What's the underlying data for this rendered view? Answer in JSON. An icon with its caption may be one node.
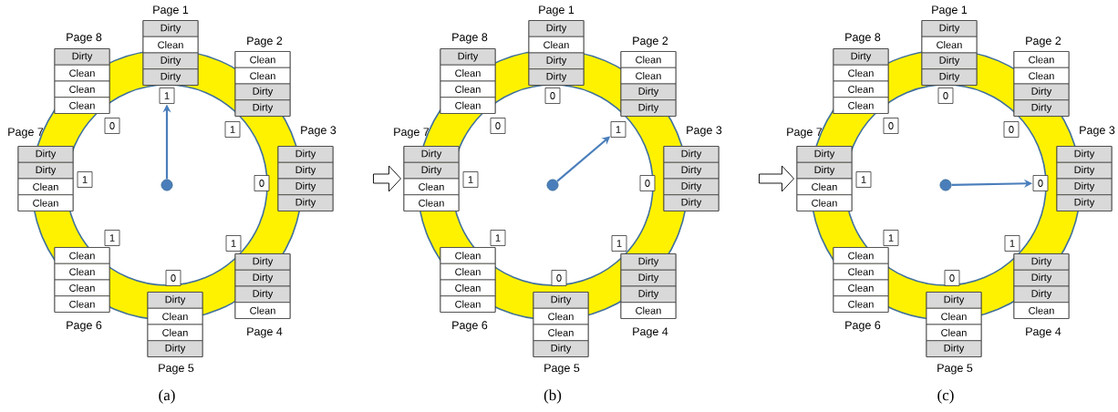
{
  "diagram": {
    "nodes": [
      {
        "text": [
          "Page 1"
        ]
      },
      {
        "text": [
          "Dirty"
        ],
        "in": 0
      },
      {
        "text": [
          "Clean"
        ],
        "in": 0
      },
      {
        "text": [
          "Dirty"
        ],
        "in": 0
      },
      {
        "text": [
          "Dirty"
        ],
        "in": 0
      },
      {
        "text": [
          "Page 2"
        ]
      },
      {
        "text": [
          "Clean"
        ],
        "in": 5
      },
      {
        "text": [
          "Clean"
        ],
        "in": 5
      },
      {
        "text": [
          "Dirty"
        ],
        "in": 5
      },
      {
        "text": [
          "Dirty"
        ],
        "in": 5
      },
      {
        "text": [
          "Page 3"
        ]
      },
      {
        "text": [
          "Dirty"
        ],
        "in": 10
      },
      {
        "text": [
          "Dirty"
        ],
        "in": 10
      },
      {
        "text": [
          "Dirty"
        ],
        "in": 10
      },
      {
        "text": [
          "Dirty"
        ],
        "in": 10
      },
      {
        "text": [
          "Page 4"
        ]
      },
      {
        "text": [
          "Dirty"
        ],
        "in": 15
      },
      {
        "text": [
          "Dirty"
        ],
        "in": 15
      },
      {
        "text": [
          "Dirty"
        ],
        "in": 15
      },
      {
        "text": [
          "Clean"
        ],
        "in": 15
      },
      {
        "text": [
          "Page 5"
        ]
      },
      {
        "text": [
          "Dirty"
        ],
        "in": 20
      },
      {
        "text": [
          "Clean"
        ],
        "in": 20
      },
      {
        "text": [
          "Clean"
        ],
        "in": 20
      },
      {
        "text": [
          "Dirty"
        ],
        "in": 20
      },
      {
        "text": [
          "Page 6"
        ]
      },
      {
        "text": [
          "Clean"
        ],
        "in": 25
      },
      {
        "text": [
          "Clean"
        ],
        "in": 25
      },
      {
        "text": [
          "Clean"
        ],
        "in": 25
      },
      {
        "text": [
          "Clean"
        ],
        "in": 25
      },
      {
        "text": [
          "Page 7"
        ]
      },
      {
        "text": [
          "Dirty"
        ],
        "in": 30
      },
      {
        "text": [
          "Dirty"
        ],
        "in": 30
      },
      {
        "text": [
          "Clean"
        ],
        "in": 30
      },
      {
        "text": [
          "Clean"
        ],
        "in": 30
      },
      {
        "text": [
          "Page 8"
        ]
      },
      {
        "text": [
          "Dirty"
        ],
        "in": 35
      },
      {
        "text": [
          "Clean"
        ],
        "in": 35
      },
      {
        "text": [
          "Clean"
        ],
        "in": 35
      },
      {
        "text": [
          "Clean"
        ],
        "in": 35
      },
      {
        "text": [
          "1"
        ]
      },
      {
        "text": [
          "1"
        ]
      },
      {
        "text": [
          "0"
        ]
      },
      {
        "text": [
          "1"
        ]
      },
      {
        "text": [
          "0"
        ]
      },
      {
        "text": [
          "1"
        ]
      },
      {
        "text": [
          "1"
        ]
      },
      {
        "text": [
          "0"
        ]
      },
      {
        "text": [],
        "shape": "circle"
      },
      {
        "text": [
          "Page 1"
        ]
      },
      {
        "text": [
          "Dirty"
        ],
        "in": 49
      },
      {
        "text": [
          "Clean"
        ],
        "in": 49
      },
      {
        "text": [
          "Dirty"
        ],
        "in": 49
      },
      {
        "text": [
          "Dirty"
        ],
        "in": 49
      },
      {
        "text": [
          "Page 2"
        ]
      },
      {
        "text": [
          "Clean"
        ],
        "in": 54
      },
      {
        "text": [
          "Clean"
        ],
        "in": 54
      },
      {
        "text": [
          "Dirty"
        ],
        "in": 54
      },
      {
        "text": [
          "Dirty"
        ],
        "in": 54
      },
      {
        "text": [
          "Page 3"
        ]
      },
      {
        "text": [
          "Dirty"
        ],
        "in": 59
      },
      {
        "text": [
          "Dirty"
        ],
        "in": 59
      },
      {
        "text": [
          "Dirty"
        ],
        "in": 59
      },
      {
        "text": [
          "Dirty"
        ],
        "in": 59
      },
      {
        "text": [
          "Page 4"
        ]
      },
      {
        "text": [
          "Dirty"
        ],
        "in": 64
      },
      {
        "text": [
          "Dirty"
        ],
        "in": 64
      },
      {
        "text": [
          "Dirty"
        ],
        "in": 64
      },
      {
        "text": [
          "Clean"
        ],
        "in": 64
      },
      {
        "text": [
          "Page 5"
        ]
      },
      {
        "text": [
          "Dirty"
        ],
        "in": 69
      },
      {
        "text": [
          "Clean"
        ],
        "in": 69
      },
      {
        "text": [
          "Clean"
        ],
        "in": 69
      },
      {
        "text": [
          "Dirty"
        ],
        "in": 69
      },
      {
        "text": [
          "Page 6"
        ]
      },
      {
        "text": [
          "Clean"
        ],
        "in": 74
      },
      {
        "text": [
          "Clean"
        ],
        "in": 74
      },
      {
        "text": [
          "Clean"
        ],
        "in": 74
      },
      {
        "text": [
          "Clean"
        ],
        "in": 74
      },
      {
        "text": [
          "Page 7"
        ]
      },
      {
        "text": [
          "Dirty"
        ],
        "in": 79
      },
      {
        "text": [
          "Dirty"
        ],
        "in": 79
      },
      {
        "text": [
          "Clean"
        ],
        "in": 79
      },
      {
        "text": [
          "Clean"
        ],
        "in": 79
      },
      {
        "text": [
          "Page 8"
        ]
      },
      {
        "text": [
          "Dirty"
        ],
        "in": 84
      },
      {
        "text": [
          "Clean"
        ],
        "in": 84
      },
      {
        "text": [
          "Clean"
        ],
        "in": 84
      },
      {
        "text": [
          "Clean"
        ],
        "in": 84
      },
      {
        "text": [
          "0"
        ]
      },
      {
        "text": [
          "1"
        ]
      },
      {
        "text": [
          "0"
        ]
      },
      {
        "text": [
          "1"
        ]
      },
      {
        "text": [
          "0"
        ]
      },
      {
        "text": [
          "1"
        ]
      },
      {
        "text": [
          "1"
        ]
      },
      {
        "text": [
          "0"
        ]
      },
      {
        "text": [],
        "shape": "circle"
      },
      {
        "text": [
          "Page 1"
        ]
      },
      {
        "text": [
          "Dirty"
        ],
        "in": 98
      },
      {
        "text": [
          "Clean"
        ],
        "in": 98
      },
      {
        "text": [
          "Dirty"
        ],
        "in": 98
      },
      {
        "text": [
          "Dirty"
        ],
        "in": 98
      },
      {
        "text": [
          "Page 2"
        ]
      },
      {
        "text": [
          "Clean"
        ],
        "in": 103
      },
      {
        "text": [
          "Clean"
        ],
        "in": 103
      },
      {
        "text": [
          "Dirty"
        ],
        "in": 103
      },
      {
        "text": [
          "Dirty"
        ],
        "in": 103
      },
      {
        "text": [
          "Page 3"
        ]
      },
      {
        "text": [
          "Dirty"
        ],
        "in": 108
      },
      {
        "text": [
          "Dirty"
        ],
        "in": 108
      },
      {
        "text": [
          "Dirty"
        ],
        "in": 108
      },
      {
        "text": [
          "Dirty"
        ],
        "in": 108
      },
      {
        "text": [
          "Page 4"
        ]
      },
      {
        "text": [
          "Dirty"
        ],
        "in": 113
      },
      {
        "text": [
          "Dirty"
        ],
        "in": 113
      },
      {
        "text": [
          "Dirty"
        ],
        "in": 113
      },
      {
        "text": [
          "Clean"
        ],
        "in": 113
      },
      {
        "text": [
          "Page 5"
        ]
      },
      {
        "text": [
          "Dirty"
        ],
        "in": 118
      },
      {
        "text": [
          "Clean"
        ],
        "in": 118
      },
      {
        "text": [
          "Clean"
        ],
        "in": 118
      },
      {
        "text": [
          "Dirty"
        ],
        "in": 118
      },
      {
        "text": [
          "Page 6"
        ]
      },
      {
        "text": [
          "Clean"
        ],
        "in": 123
      },
      {
        "text": [
          "Clean"
        ],
        "in": 123
      },
      {
        "text": [
          "Clean"
        ],
        "in": 123
      },
      {
        "text": [
          "Clean"
        ],
        "in": 123
      },
      {
        "text": [
          "Page 7"
        ]
      },
      {
        "text": [
          "Dirty"
        ],
        "in": 128
      },
      {
        "text": [
          "Dirty"
        ],
        "in": 128
      },
      {
        "text": [
          "Clean"
        ],
        "in": 128
      },
      {
        "text": [
          "Clean"
        ],
        "in": 128
      },
      {
        "text": [
          "Page 8"
        ]
      },
      {
        "text": [
          "Dirty"
        ],
        "in": 133
      },
      {
        "text": [
          "Clean"
        ],
        "in": 133
      },
      {
        "text": [
          "Clean"
        ],
        "in": 133
      },
      {
        "text": [
          "Clean"
        ],
        "in": 133
      },
      {
        "text": [
          "0"
        ]
      },
      {
        "text": [
          "0"
        ]
      },
      {
        "text": [
          "0"
        ]
      },
      {
        "text": [
          "1"
        ]
      },
      {
        "text": [
          "0"
        ]
      },
      {
        "text": [
          "1"
        ]
      },
      {
        "text": [
          "1"
        ]
      },
      {
        "text": [
          "0"
        ]
      },
      {
        "text": [],
        "shape": "circle"
      }
    ],
    "edges": [
      {
        "from": 48,
        "to": 40,
        "arrow": "to"
      },
      {
        "from": 10,
        "to": 79,
        "arrow": "to",
        "color": "#000000"
      },
      {
        "from": 97,
        "to": 90,
        "arrow": "to"
      },
      {
        "from": 59,
        "to": 128,
        "arrow": "to",
        "color": "#000000"
      },
      {
        "from": 146,
        "to": 140,
        "arrow": "to"
      }
    ],
    "labels": [
      "(a)",
      "(b)",
      "(c)"
    ]
  }
}
